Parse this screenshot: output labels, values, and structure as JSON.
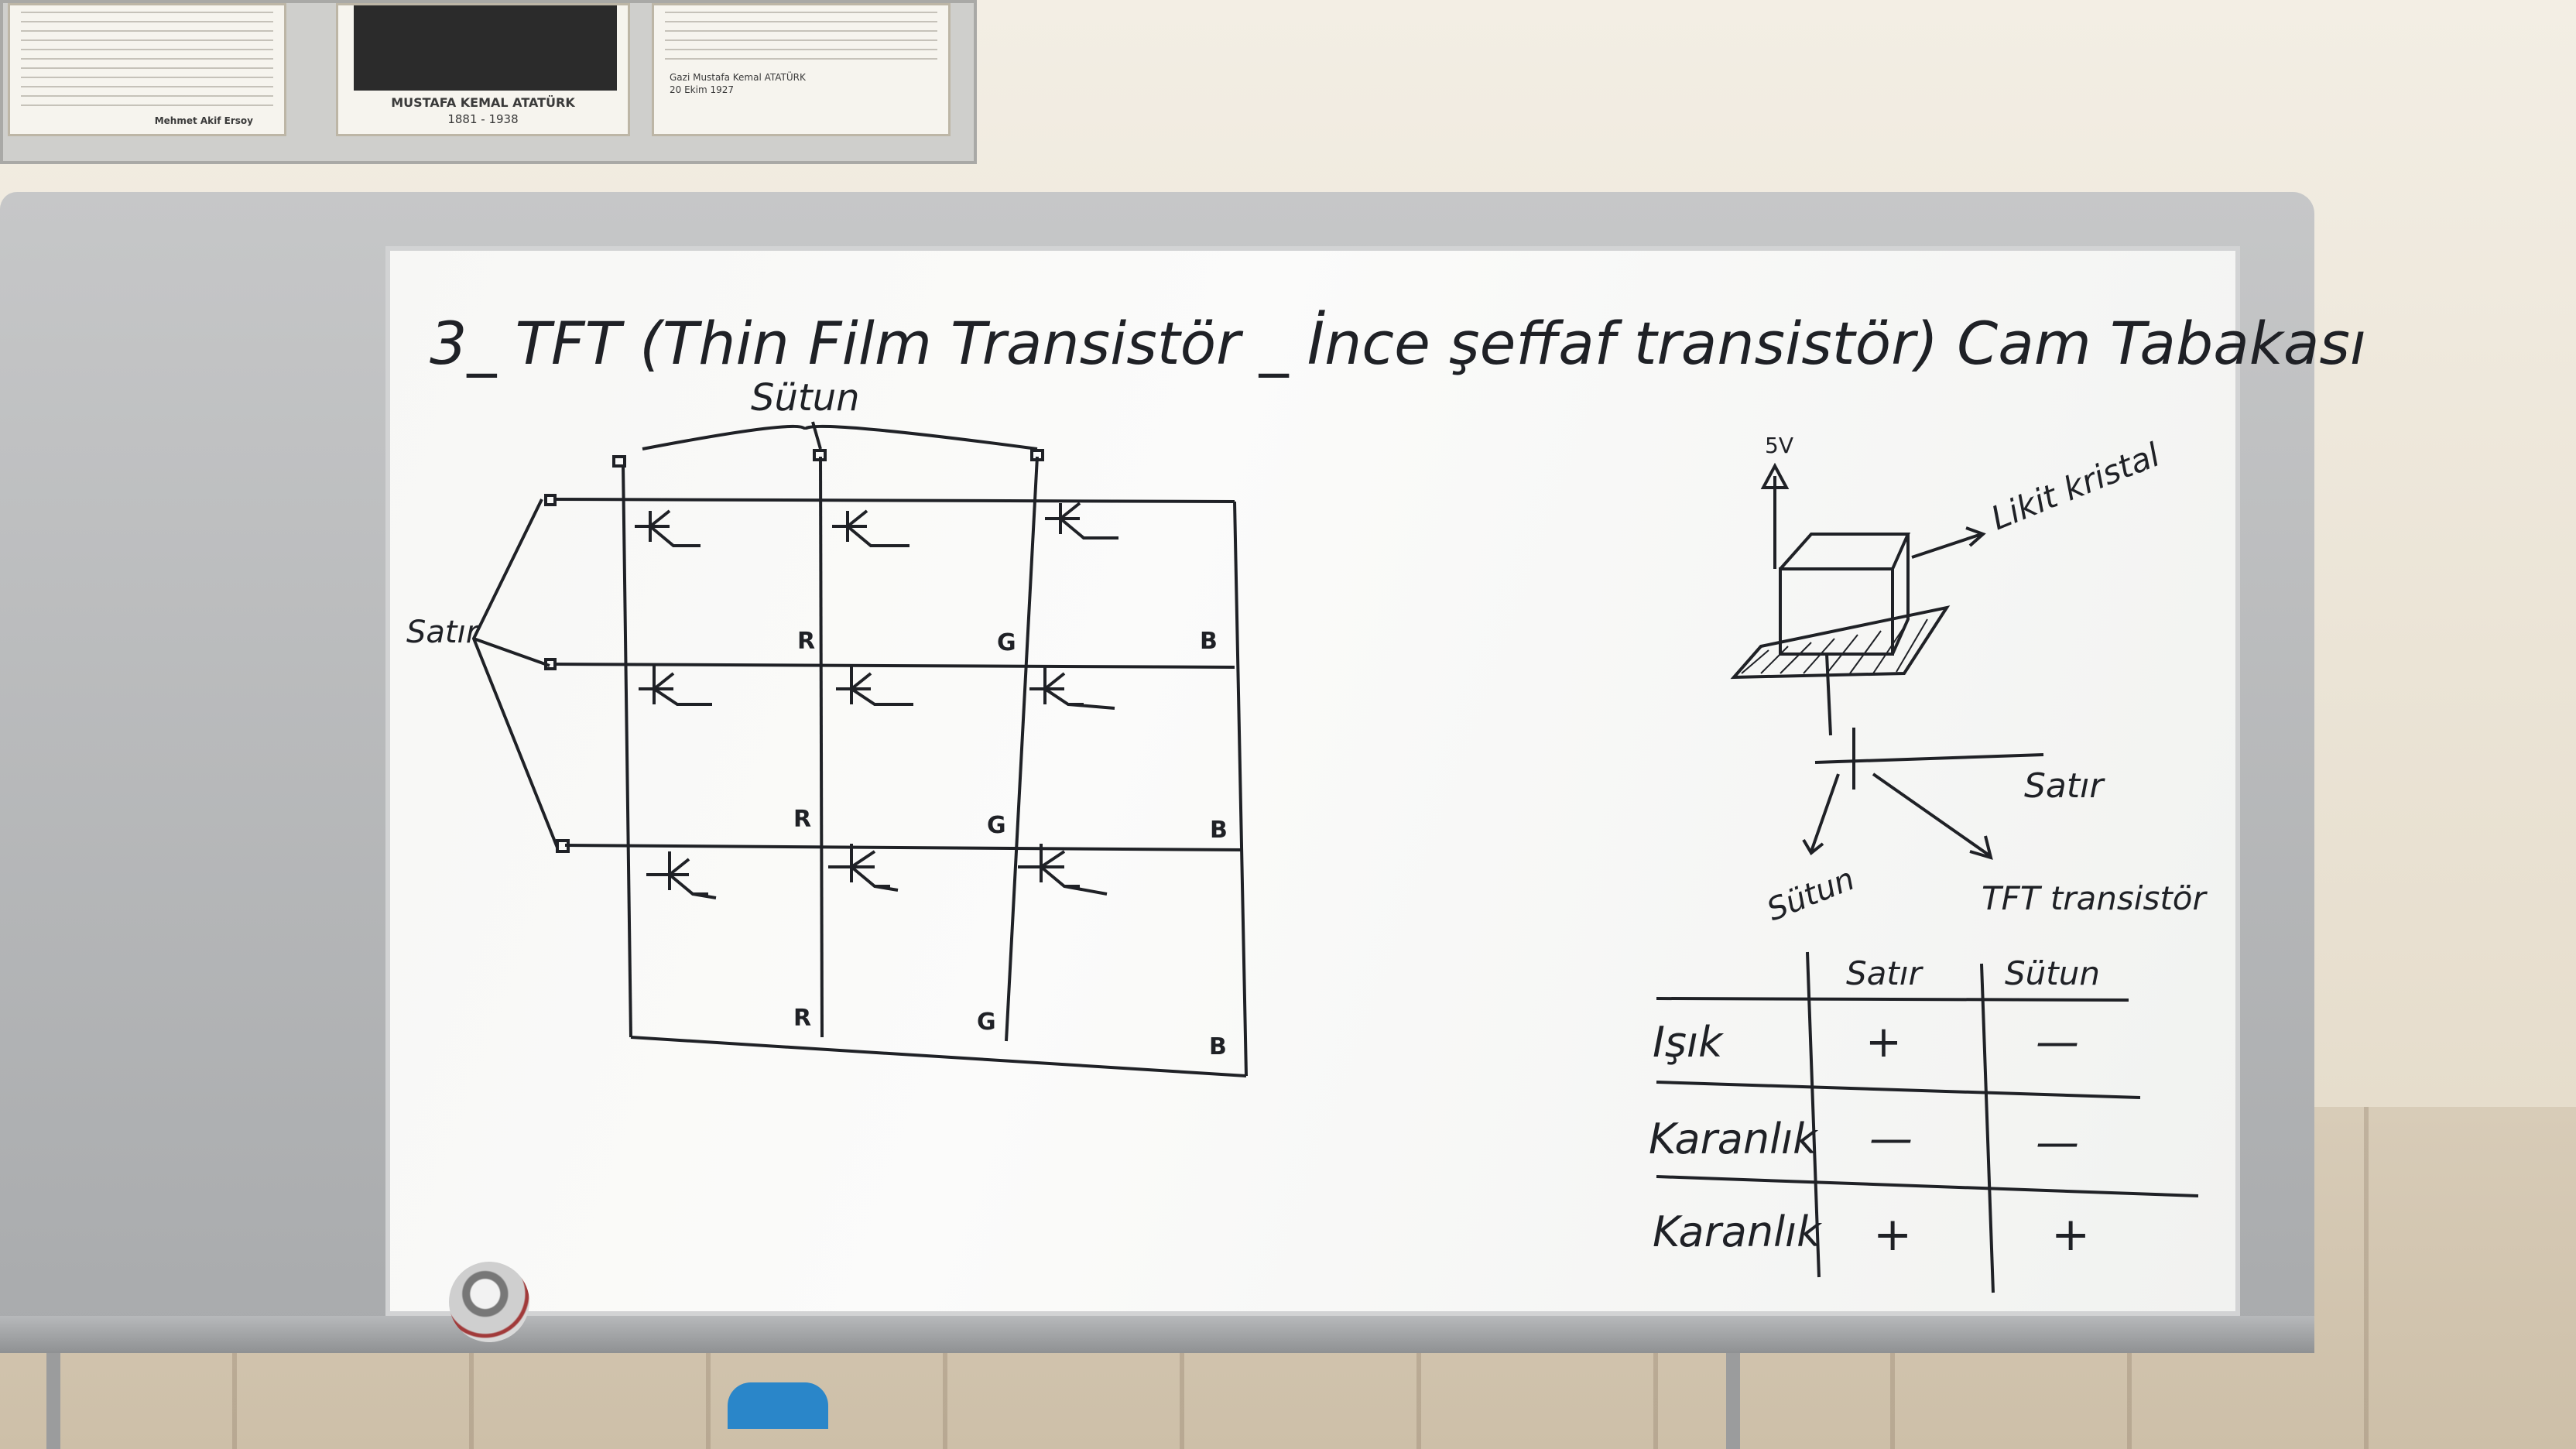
{
  "poster": {
    "name_label": "MUSTAFA KEMAL ATATÜRK",
    "years_label": "1881 - 1938",
    "left_signature": "Mehmet Akif Ersoy",
    "right_author": "Gazi Mustafa Kemal ATATÜRK",
    "right_date": "20 Ekim 1927"
  },
  "whiteboard": {
    "title": "3_ TFT (Thin Film Transistör _ İnce şeffaf transistör) Cam Tabakası",
    "sutun_label": "Sütun",
    "satir_label": "Satır",
    "rgb_row1": [
      "R",
      "G",
      "B"
    ],
    "rgb_row2": [
      "R",
      "G",
      "B"
    ],
    "rgb_row3": [
      "R",
      "G",
      "B"
    ],
    "diagram": {
      "voltage_label": "5V",
      "crystal_label": "Likit kristal",
      "axis_satir": "Satır",
      "axis_sutun": "Sütun",
      "axis_tft": "TFT transistör"
    },
    "table": {
      "headers": [
        "",
        "Satır",
        "Sütun"
      ],
      "rows": [
        [
          "Işık",
          "+",
          "—"
        ],
        [
          "Karanlık",
          "—",
          "—"
        ],
        [
          "Karanlık",
          "+",
          "+"
        ]
      ]
    }
  }
}
